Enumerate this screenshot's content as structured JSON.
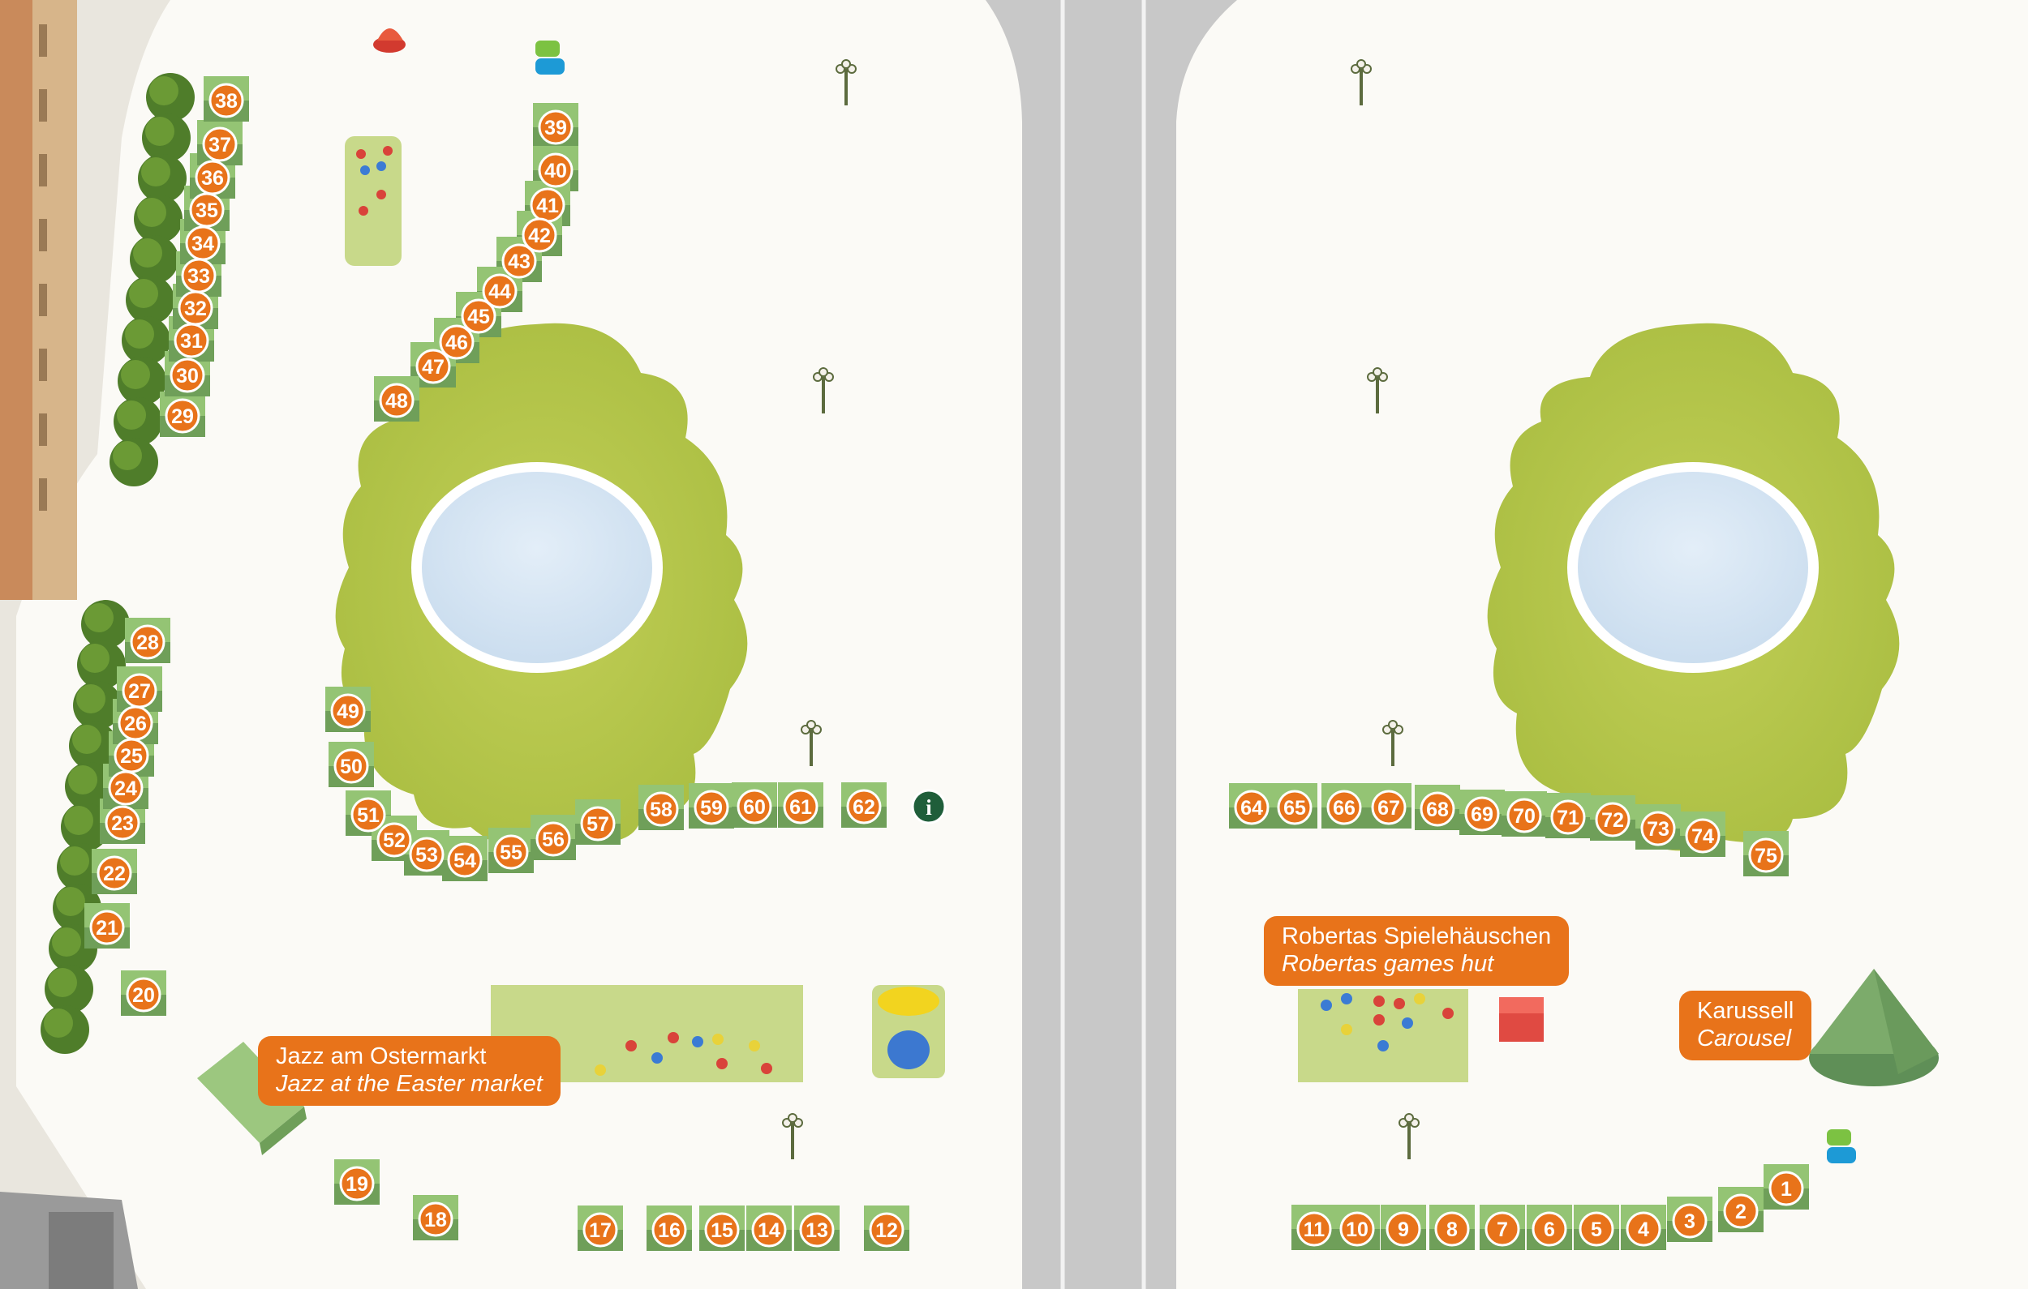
{
  "labels": [
    {
      "id": "jazz",
      "de": "Jazz am Ostermarkt",
      "en": "Jazz at the Easter market"
    },
    {
      "id": "games",
      "de": "Robertas Spielehäuschen",
      "en": "Robertas games hut"
    },
    {
      "id": "carousel",
      "de": "Karussell",
      "en": "Carousel"
    }
  ],
  "info_icon": {
    "glyph": "i",
    "name": "info-icon"
  },
  "bus_icon": {
    "name": "bus-stop-icon"
  },
  "stall_numbers": [
    "1",
    "2",
    "3",
    "4",
    "5",
    "6",
    "7",
    "8",
    "9",
    "10",
    "11",
    "12",
    "13",
    "14",
    "15",
    "16",
    "17",
    "18",
    "19",
    "20",
    "21",
    "22",
    "23",
    "24",
    "25",
    "26",
    "27",
    "28",
    "29",
    "30",
    "31",
    "32",
    "33",
    "34",
    "35",
    "36",
    "37",
    "38",
    "39",
    "40",
    "41",
    "42",
    "43",
    "44",
    "45",
    "46",
    "47",
    "48",
    "49",
    "50",
    "51",
    "52",
    "53",
    "54",
    "55",
    "56",
    "57",
    "58",
    "59",
    "60",
    "61",
    "62",
    "64",
    "65",
    "66",
    "67",
    "68",
    "69",
    "70",
    "71",
    "72",
    "73",
    "74",
    "75"
  ],
  "colors": {
    "badge": "#e8731a",
    "stall_roof": "#8fbf6f",
    "stall_front": "#6fa257",
    "lawn": "#b7c849",
    "water": "#d6e6f3",
    "road": "#c6c6c6",
    "plaza": "#fbfaf6",
    "info_badge": "#1f5e3a"
  }
}
